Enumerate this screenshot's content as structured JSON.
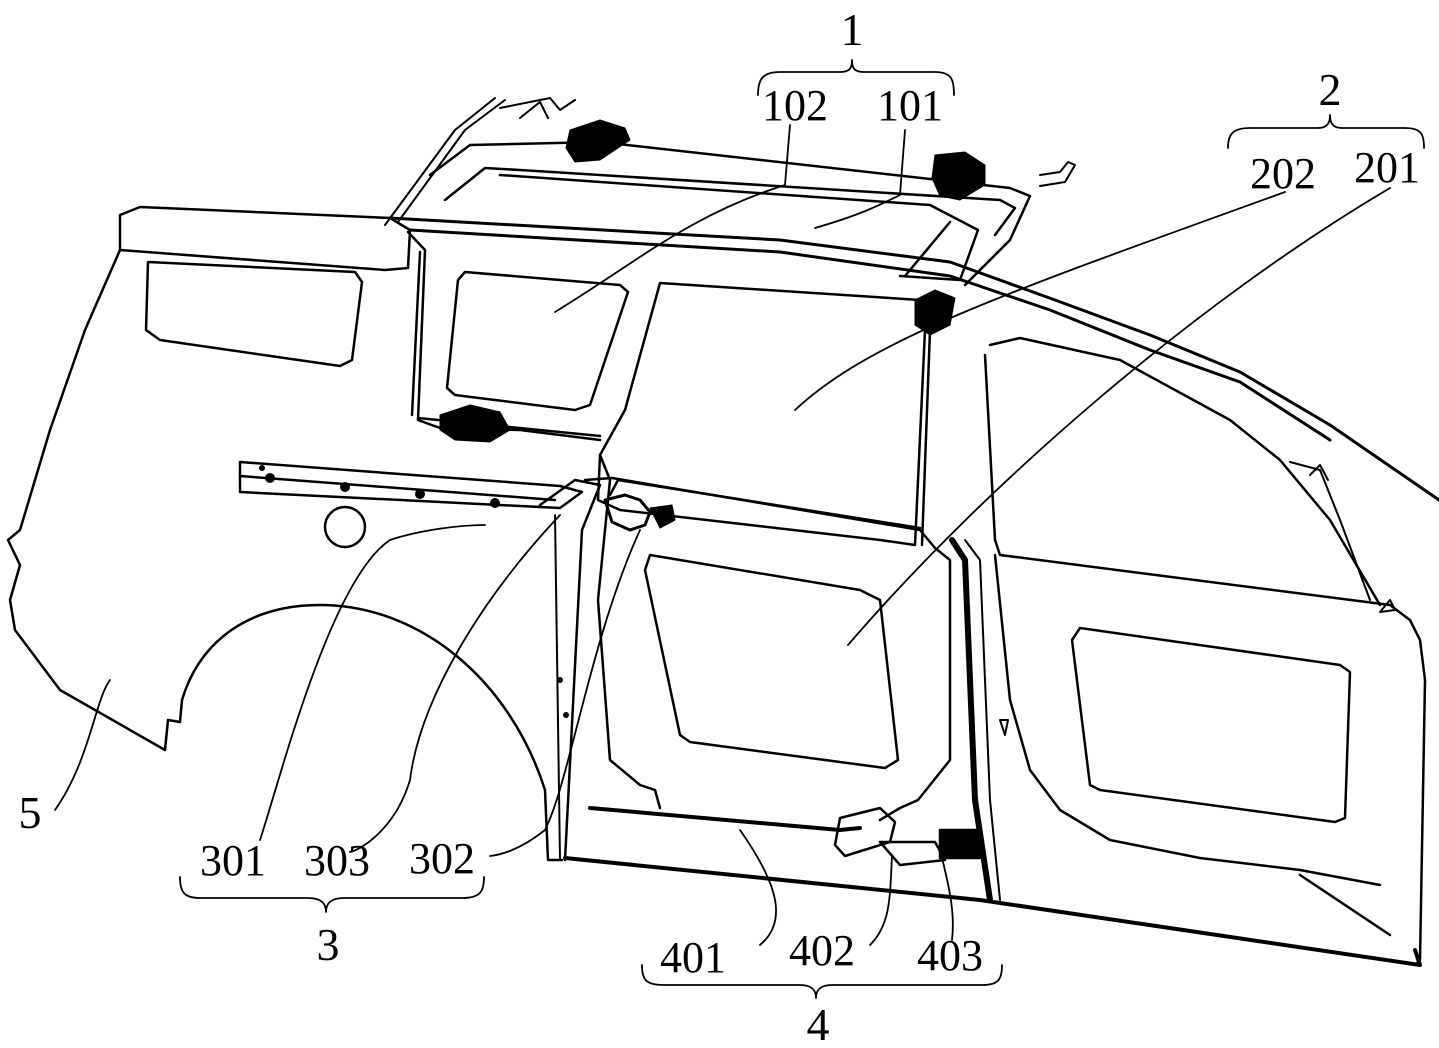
{
  "labels": {
    "group1": "1",
    "l101": "101",
    "l102": "102",
    "group2": "2",
    "l201": "201",
    "l202": "202",
    "group3": "3",
    "l301": "301",
    "l302": "302",
    "l303": "303",
    "group4": "4",
    "l401": "401",
    "l402": "402",
    "l403": "403",
    "l5": "5"
  },
  "colors": {
    "ink": "#000000",
    "paper": "#ffffff"
  }
}
